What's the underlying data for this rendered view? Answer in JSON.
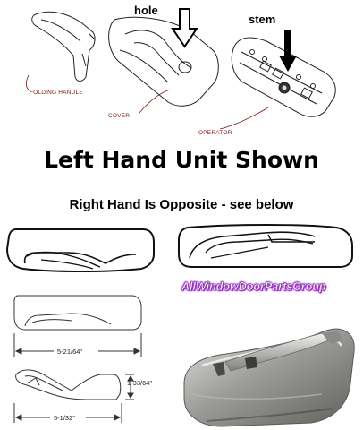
{
  "labels": {
    "hole": "hole",
    "stem": "stem",
    "folding_handle": "FOLDING HANDLE",
    "cover": "COVER",
    "operator": "OPERATOR"
  },
  "title": "Left Hand Unit Shown",
  "subtitle": "Right Hand Is Opposite - see below",
  "dimensions": {
    "cover_length": "5-21/64\"",
    "handle_height": "1-33/64\"",
    "handle_length": "5-1/32\""
  },
  "brand": "AllWindowDoorPartsGroup",
  "colors": {
    "brand_purple": "#b13be0",
    "callout_red": "#7a1a1a"
  }
}
